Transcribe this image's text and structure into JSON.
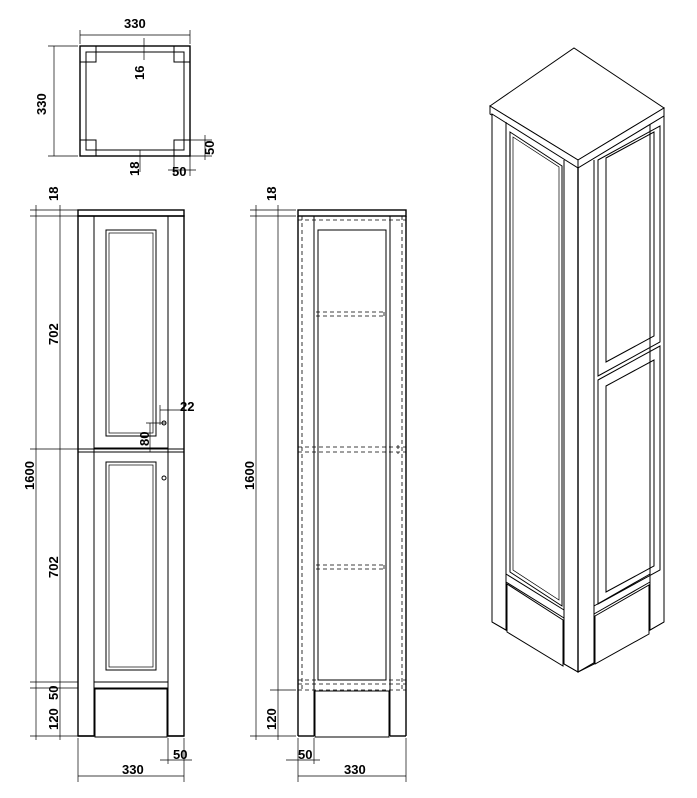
{
  "plan_view": {
    "width_label": "330",
    "depth_label": "330",
    "panel_label": "16",
    "leg_depth_label": "50",
    "leg_width_label": "50",
    "offset_label": "18"
  },
  "front_view": {
    "top_label": "18",
    "upper_door_label": "702",
    "total_height_label": "1600",
    "lower_door_label": "702",
    "rail_label": "50",
    "leg_height_label": "120",
    "width_label": "330",
    "leg_width_label": "50",
    "knob_offset_label": "22",
    "knob_height_label": "80"
  },
  "section_view": {
    "top_label": "18",
    "total_height_label": "1600",
    "leg_height_label": "120",
    "leg_width_label": "50",
    "width_label": "330"
  }
}
